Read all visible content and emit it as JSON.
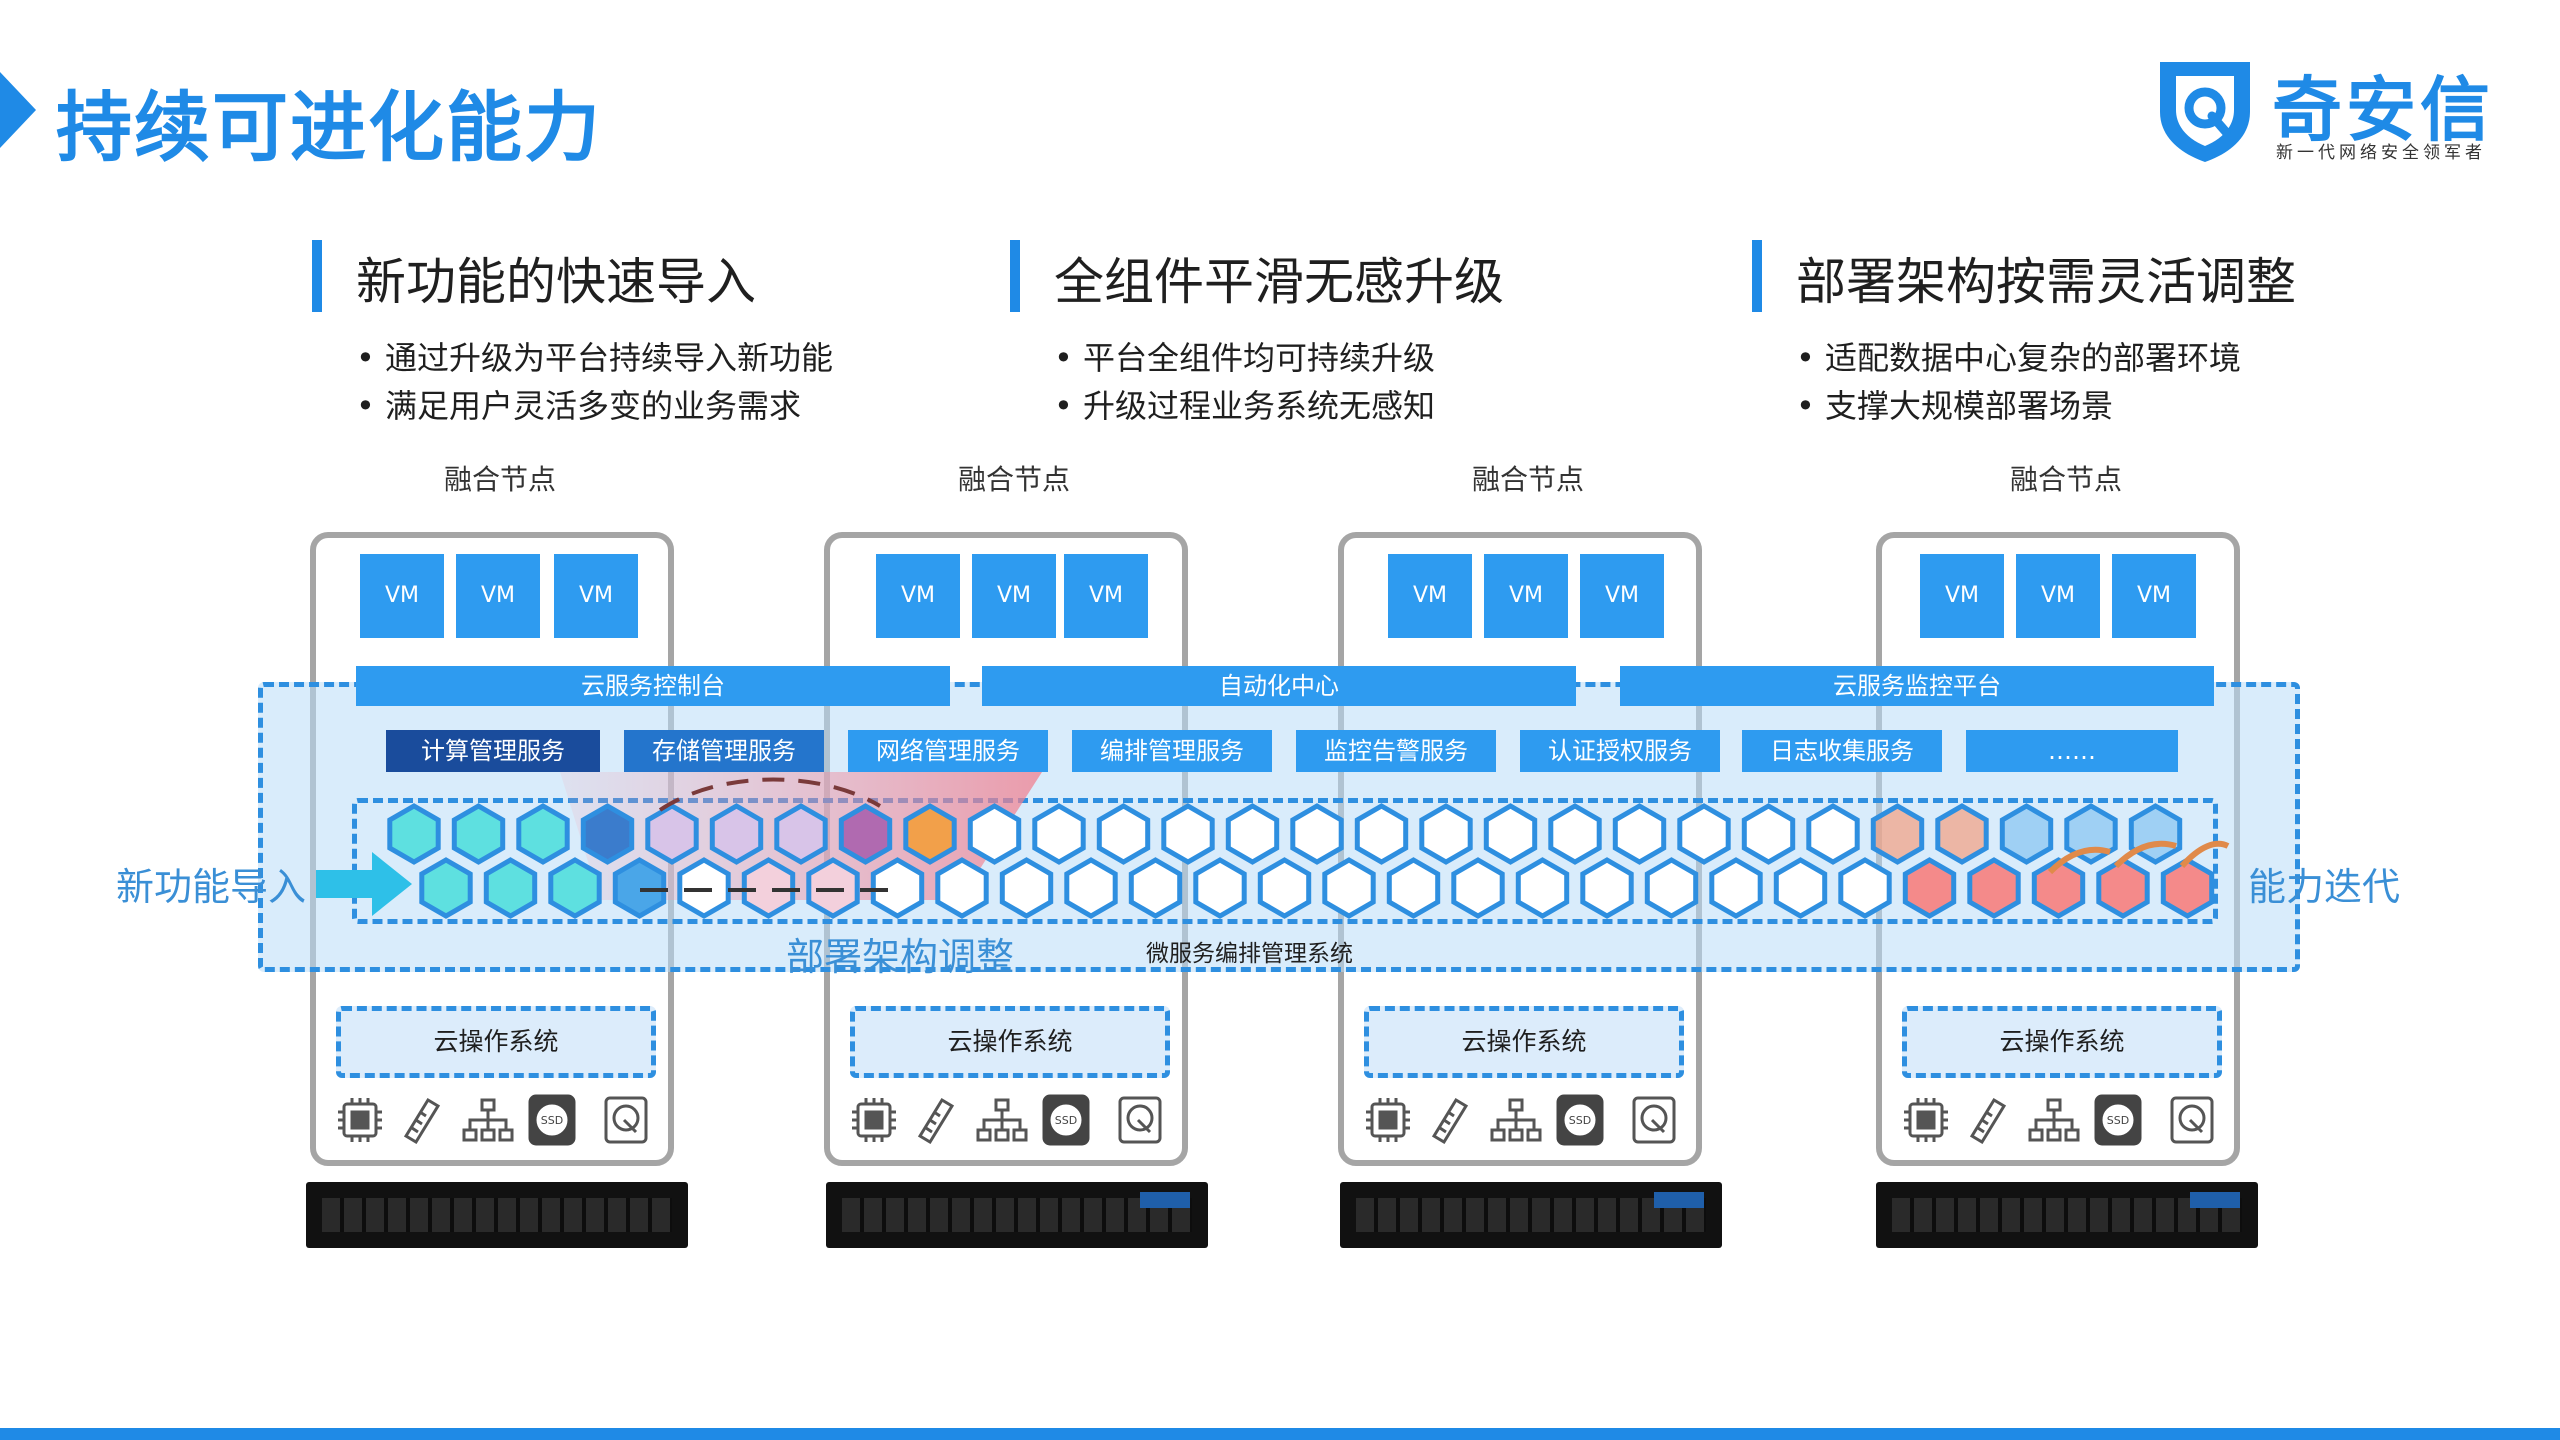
{
  "page": {
    "title": "持续可进化能力"
  },
  "brand": {
    "name": "奇安信",
    "tagline": "新一代网络安全领军者",
    "color": "#1f8ae6"
  },
  "features": [
    {
      "title": "新功能的快速导入",
      "bullets": [
        "通过升级为平台持续导入新功能",
        "满足用户灵活多变的业务需求"
      ]
    },
    {
      "title": "全组件平滑无感升级",
      "bullets": [
        "平台全组件均可持续升级",
        "升级过程业务系统无感知"
      ]
    },
    {
      "title": "部署架构按需灵活调整",
      "bullets": [
        "适配数据中心复杂的部署环境",
        "支撑大规模部署场景"
      ]
    }
  ],
  "nodes": {
    "label": "融合节点",
    "vm_label": "VM",
    "os_label": "云操作系统",
    "hw_icons": [
      "cpu-icon",
      "memory-icon",
      "network-topology-icon",
      "ssd-icon",
      "hard-disk-icon"
    ],
    "hw_ssd_text": "SSD"
  },
  "platforms": [
    "云服务控制台",
    "自动化中心",
    "云服务监控平台"
  ],
  "services": [
    "计算管理服务",
    "存储管理服务",
    "网络管理服务",
    "编排管理服务",
    "监控告警服务",
    "认证授权服务",
    "日志收集服务",
    "……"
  ],
  "labels": {
    "left": "新功能导入",
    "right": "能力迭代",
    "deploy": "部署架构调整",
    "micro": "微服务编排管理系统"
  },
  "colors": {
    "accent": "#1f8ae6",
    "vm": "#2e9bf0",
    "service_dark": "#1a4c9c",
    "service_mid": "#2475cc",
    "service_light": "#2e9bf0",
    "hex_cyan": "#5ee0e0",
    "hex_purple": "#d8c4e8",
    "hex_orange": "#f2a04a",
    "hex_red": "#f48a8a",
    "hex_stroke": "#2e8fe0"
  }
}
